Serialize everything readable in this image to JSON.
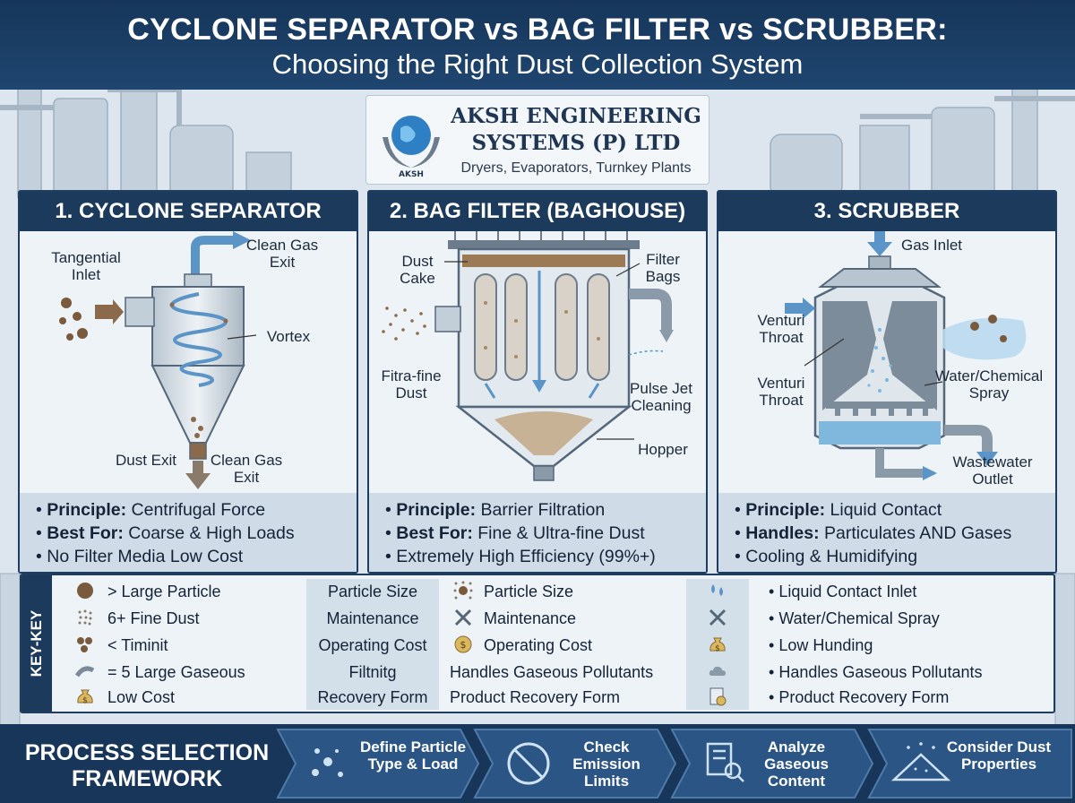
{
  "title": {
    "line1": "CYCLONE SEPARATOR vs BAG FILTER vs SCRUBBER:",
    "line2": "Choosing the Right Dust Collection System"
  },
  "company": {
    "name_line1": "AKSH ENGINEERING",
    "name_line2": "SYSTEMS (P) LTD",
    "tagline": "Dryers, Evaporators, Turnkey Plants",
    "logo_text": "AKSH"
  },
  "panels": [
    {
      "heading": "1. CYCLONE SEPARATOR",
      "labels": {
        "tangential_inlet": "Tangential Inlet",
        "clean_gas_exit_top": "Clean Gas Exit",
        "vortex": "Vortex",
        "dust_exit": "Dust Exit",
        "clean_gas_exit_bottom": "Clean Gas Exit"
      },
      "bullets": [
        {
          "bold": "Principle:",
          "text": " Centrifugal Force"
        },
        {
          "bold": "Best For:",
          "text": " Coarse & High Loads"
        },
        {
          "bold": "",
          "text": " No Filter Media     Low Cost"
        }
      ]
    },
    {
      "heading": "2. BAG FILTER (BAGHOUSE)",
      "labels": {
        "dust_cake": "Dust Cake",
        "filter_bags": "Filter Bags",
        "fitra_fine_dust": "Fitra-fine Dust",
        "pulse_jet_cleaning": "Pulse Jet Cleaning",
        "hopper": "Hopper"
      },
      "bullets": [
        {
          "bold": "Principle:",
          "text": " Barrier Filtration"
        },
        {
          "bold": "Best For:",
          "text": " Fine & Ultra-fine Dust"
        },
        {
          "bold": "",
          "text": " Extremely High Efficiency (99%+)"
        }
      ]
    },
    {
      "heading": "3. SCRUBBER",
      "labels": {
        "gas_inlet": "Gas Inlet",
        "venturi_throat_1": "Venturi Throat",
        "venturi_throat_2": "Venturi Throat",
        "water_chemical_spray": "Water/Chemical Spray",
        "wastewater_outlet": "Wastewater Outlet"
      },
      "bullets": [
        {
          "bold": "Principle:",
          "text": " Liquid Contact"
        },
        {
          "bold": "Handles:",
          "text": " Particulates AND Gases"
        },
        {
          "bold": "",
          "text": " Cooling & Humidifying"
        }
      ]
    }
  ],
  "key": {
    "side_label": "KEY-KEY",
    "col1": [
      "> Large Particle",
      "6+ Fine Dust",
      "< Timinit",
      "= 5 Large Gaseous",
      "Low Cost"
    ],
    "col2": [
      "Particle Size",
      "Maintenance",
      "Operating Cost",
      "Filtnitg",
      "Recovery Form"
    ],
    "col3": [
      "Particle Size",
      "Maintenance",
      "Operating Cost",
      "Handles Gaseous Pollutants",
      "Product Recovery Form"
    ],
    "col4": [
      "Liquid Contact Inlet",
      "Water/Chemical Spray",
      "Low Hunding",
      "Handles Gaseous Pollutants",
      "Product Recovery Form"
    ],
    "bullet_char": "•",
    "dollar": "$"
  },
  "footer": {
    "title": "PROCESS SELECTION FRAMEWORK",
    "steps": [
      "Define Particle Type & Load",
      "Check Emission Limits",
      "Analyze Gaseous Content",
      "Consider Dust Properties"
    ]
  },
  "colors": {
    "navy": "#1c3a5c",
    "dust_brown": "#7a5a3c",
    "arrow_blue": "#5b94c6",
    "water_blue": "#7fb8dc"
  }
}
